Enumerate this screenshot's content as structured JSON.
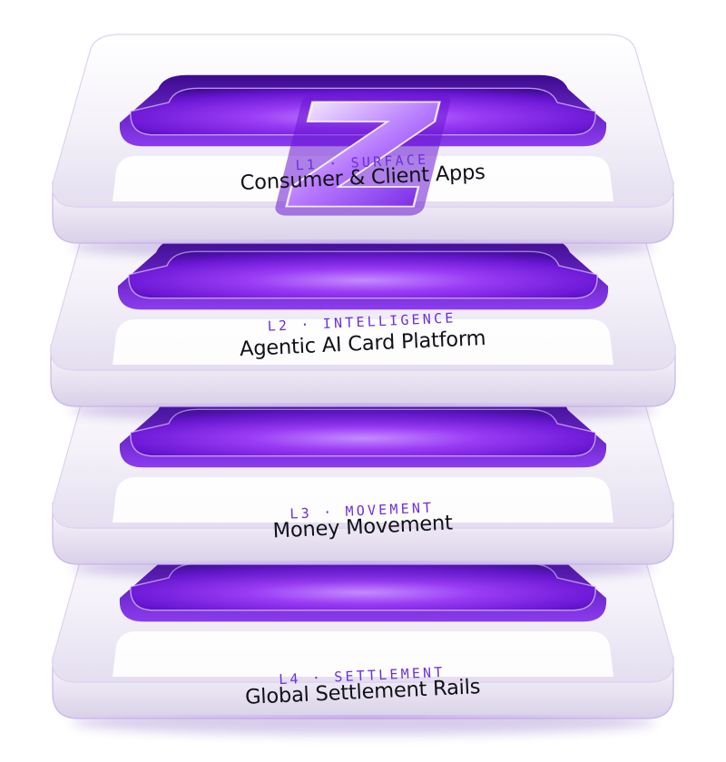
{
  "brand": {
    "accent": "#7c22e8",
    "accent_light": "#b477ff",
    "accent_dark": "#4a0fa8",
    "tag_color": "#6d2fd9",
    "logo_icon": "z-logo-icon"
  },
  "layers": [
    {
      "tag": "L1 · SURFACE",
      "title": "Consumer & Client Apps"
    },
    {
      "tag": "L2 · INTELLIGENCE",
      "title": "Agentic AI Card Platform"
    },
    {
      "tag": "L3 · MOVEMENT",
      "title": "Money Movement"
    },
    {
      "tag": "L4 · SETTLEMENT",
      "title": "Global Settlement Rails"
    }
  ]
}
